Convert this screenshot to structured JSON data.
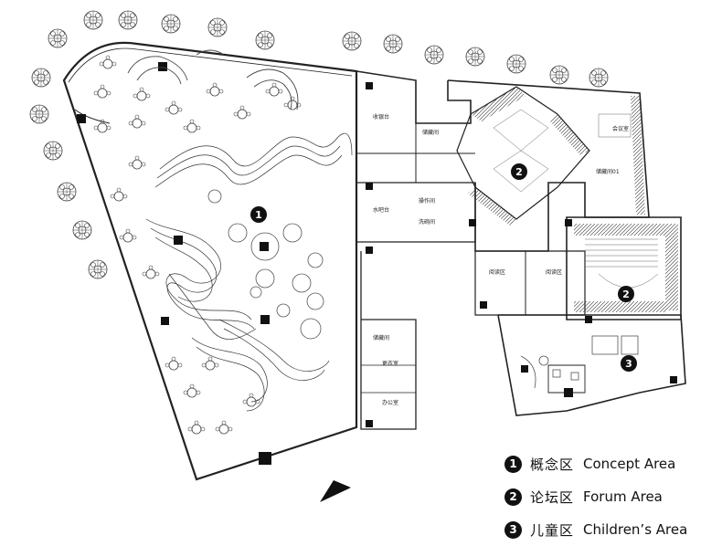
{
  "zones": [
    {
      "number": "1",
      "chinese": "概念区",
      "english": "Concept Area"
    },
    {
      "number": "2",
      "chinese": "论坛区",
      "english": "Forum Area"
    },
    {
      "number": "3",
      "chinese": "儿童区",
      "english": "Children’s Area"
    }
  ],
  "room_labels": {
    "cashier": "收银台",
    "storage_top": "储藏间",
    "operation": "操作间",
    "water_bar": "水吧台",
    "dish_wash": "洗碗间",
    "storage_mid": "储藏间",
    "changing": "更衣室",
    "office": "办公室",
    "reading_a": "阅读区",
    "reading_b": "阅读区",
    "meeting": "会议室",
    "storage_right": "储藏间01"
  }
}
